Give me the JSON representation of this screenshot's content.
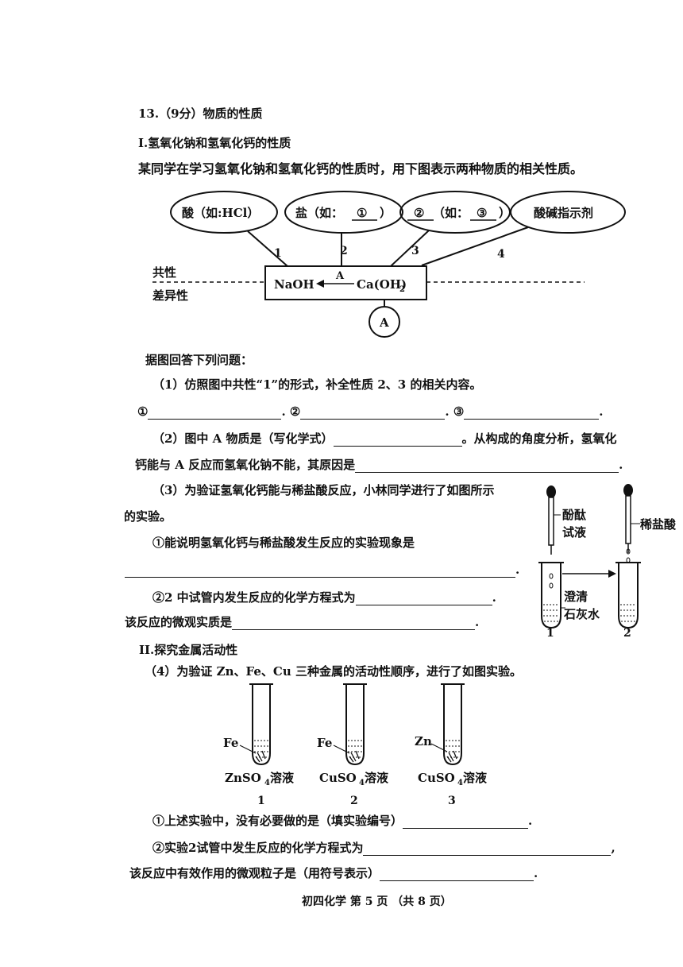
{
  "question": {
    "title": "13.（9分）物质的性质",
    "part1_title": "I.氢氧化钠和氢氧化钙的性质",
    "intro": "某同学在学习氢氧化钠和氢氧化钙的性质时，用下图表示两种物质的相关性质。"
  },
  "diagram": {
    "oval_acid": "酸（如:HCl）",
    "oval_salt_prefix": "盐（如：",
    "oval_salt_blank": "①",
    "oval_salt_suffix": "）",
    "oval_blank2": "②",
    "oval_blank2_mid": "（如：",
    "oval_blank3": "③",
    "oval_blank3_suffix": "）",
    "oval_indicator": "酸碱指示剂",
    "line_labels": [
      "1",
      "2",
      "3",
      "4"
    ],
    "common_label": "共性",
    "diff_label": "差异性",
    "box_left": "NaOH",
    "box_right": "Ca(OH)",
    "box_right_sub": "2",
    "arrow_label": "A",
    "circle_label": "A"
  },
  "questions": {
    "lead": "据图回答下列问题：",
    "q1": "（1）仿照图中共性“1”的形式，补全性质 2、3 的相关内容。",
    "q1_marks": [
      "①",
      "②",
      "③"
    ],
    "q2_a": "（2）图中 A 物质是（写化学式）",
    "q2_b": "。从构成的角度分析，氢氧化",
    "q2_c": "钙能与 A 反应而氢氧化钠不能，其原因是",
    "q3_a": "（3）为验证氢氧化钙能与稀盐酸反应，小林同学进行了如图所示",
    "q3_b": "的实验。",
    "q3_1": "①能说明氢氧化钙与稀盐酸发生反应的实验现象是",
    "q3_2": "②2 中试管内发生反应的化学方程式为",
    "q3_3": "该反应的微观实质是",
    "part2_title": "II.探究金属活动性",
    "q4": "（4）为验证 Zn、Fe、Cu 三种金属的活动性顺序，进行了如图实验。",
    "q4_1": "①上述实验中，没有必要做的是（填实验编号）",
    "q4_2": "②实验2试管中发生反应的化学方程式为",
    "q4_3": "该反应中有效作用的微观粒子是（用符号表示）"
  },
  "experiment1": {
    "dropper1_label_line1": "酚酞",
    "dropper1_label_line2": "试液",
    "dropper2_label": "稀盐酸",
    "tube1_label_line1": "澄清",
    "tube1_label_line2": "石灰水",
    "tube_numbers": [
      "1",
      "2"
    ]
  },
  "experiment2": {
    "tubes": [
      {
        "metal": "Fe",
        "solution": "ZnSO",
        "sub": "4",
        "suffix": "溶液",
        "number": "1"
      },
      {
        "metal": "Fe",
        "solution": "CuSO",
        "sub": "4",
        "suffix": "溶液",
        "number": "2"
      },
      {
        "metal": "Zn",
        "solution": "CuSO",
        "sub": "4",
        "suffix": "溶液",
        "number": "3"
      }
    ]
  },
  "footer": {
    "subject": "初四化学",
    "page": "第 5 页",
    "total": "（共 8 页）"
  }
}
